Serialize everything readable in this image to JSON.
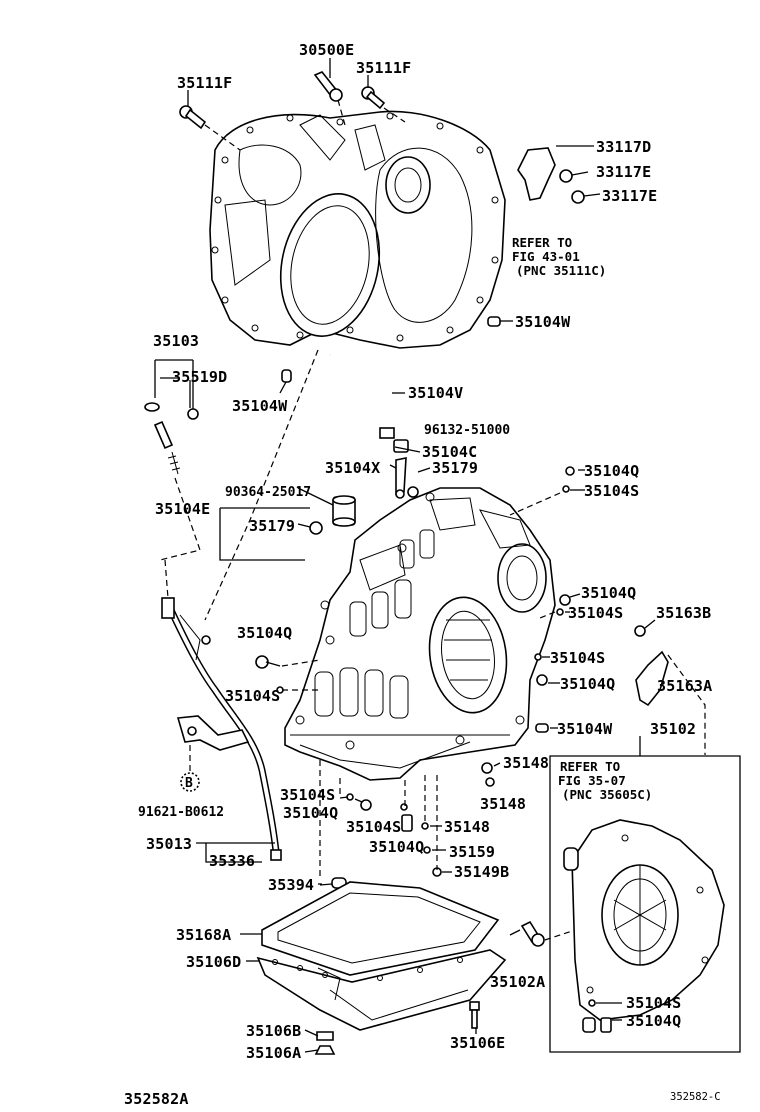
{
  "diagram_code": "352582A",
  "diagram_code_small": "352582-C",
  "labels": {
    "l30500E": "30500E",
    "l35111F_a": "35111F",
    "l35111F_b": "35111F",
    "l33117D": "33117D",
    "l33117E_a": "33117E",
    "l33117E_b": "33117E",
    "l35104W_a": "35104W",
    "l35103": "35103",
    "l35519D": "35519D",
    "l35104W_b": "35104W",
    "l35104V": "35104V",
    "l96132": "96132-51000",
    "l35104C": "35104C",
    "l35104X": "35104X",
    "l35179_a": "35179",
    "l90364": "90364-25017",
    "l35104E": "35104E",
    "l35179_b": "35179",
    "l35104Q_a": "35104Q",
    "l35104S_a": "35104S",
    "l35104Q_b": "35104Q",
    "l35104S_b": "35104S",
    "l35163B": "35163B",
    "l35104Q_c": "35104Q",
    "l35104S_c": "35104S",
    "l35104Q_d": "35104Q",
    "l35163A": "35163A",
    "l35104S_d": "35104S",
    "l35104W_c": "35104W",
    "l35102": "35102",
    "l35148_a": "35148",
    "l35148_b": "35148",
    "l91621": "91621-B0612",
    "l35104S_e": "35104S",
    "l35104Q_e": "35104Q",
    "l35104S_f": "35104S",
    "l35148_c": "35148",
    "l35013": "35013",
    "l35104Q_f": "35104Q",
    "l35159": "35159",
    "l35336": "35336",
    "l35149B": "35149B",
    "l35394": "35394",
    "l35168A": "35168A",
    "l35106D": "35106D",
    "l35102A": "35102A",
    "l35104S_g": "35104S",
    "l35104Q_g": "35104Q",
    "l35106B": "35106B",
    "l35106E": "35106E",
    "l35106A": "35106A",
    "circle_b": "B"
  },
  "refer_notes": {
    "fig43": {
      "line1": "REFER TO",
      "line2": "FIG 43-01",
      "line3": "(PNC 35111C)"
    },
    "fig35": {
      "line1": "REFER TO",
      "line2": "FIG 35-07",
      "line3": "(PNC 35605C)"
    }
  }
}
